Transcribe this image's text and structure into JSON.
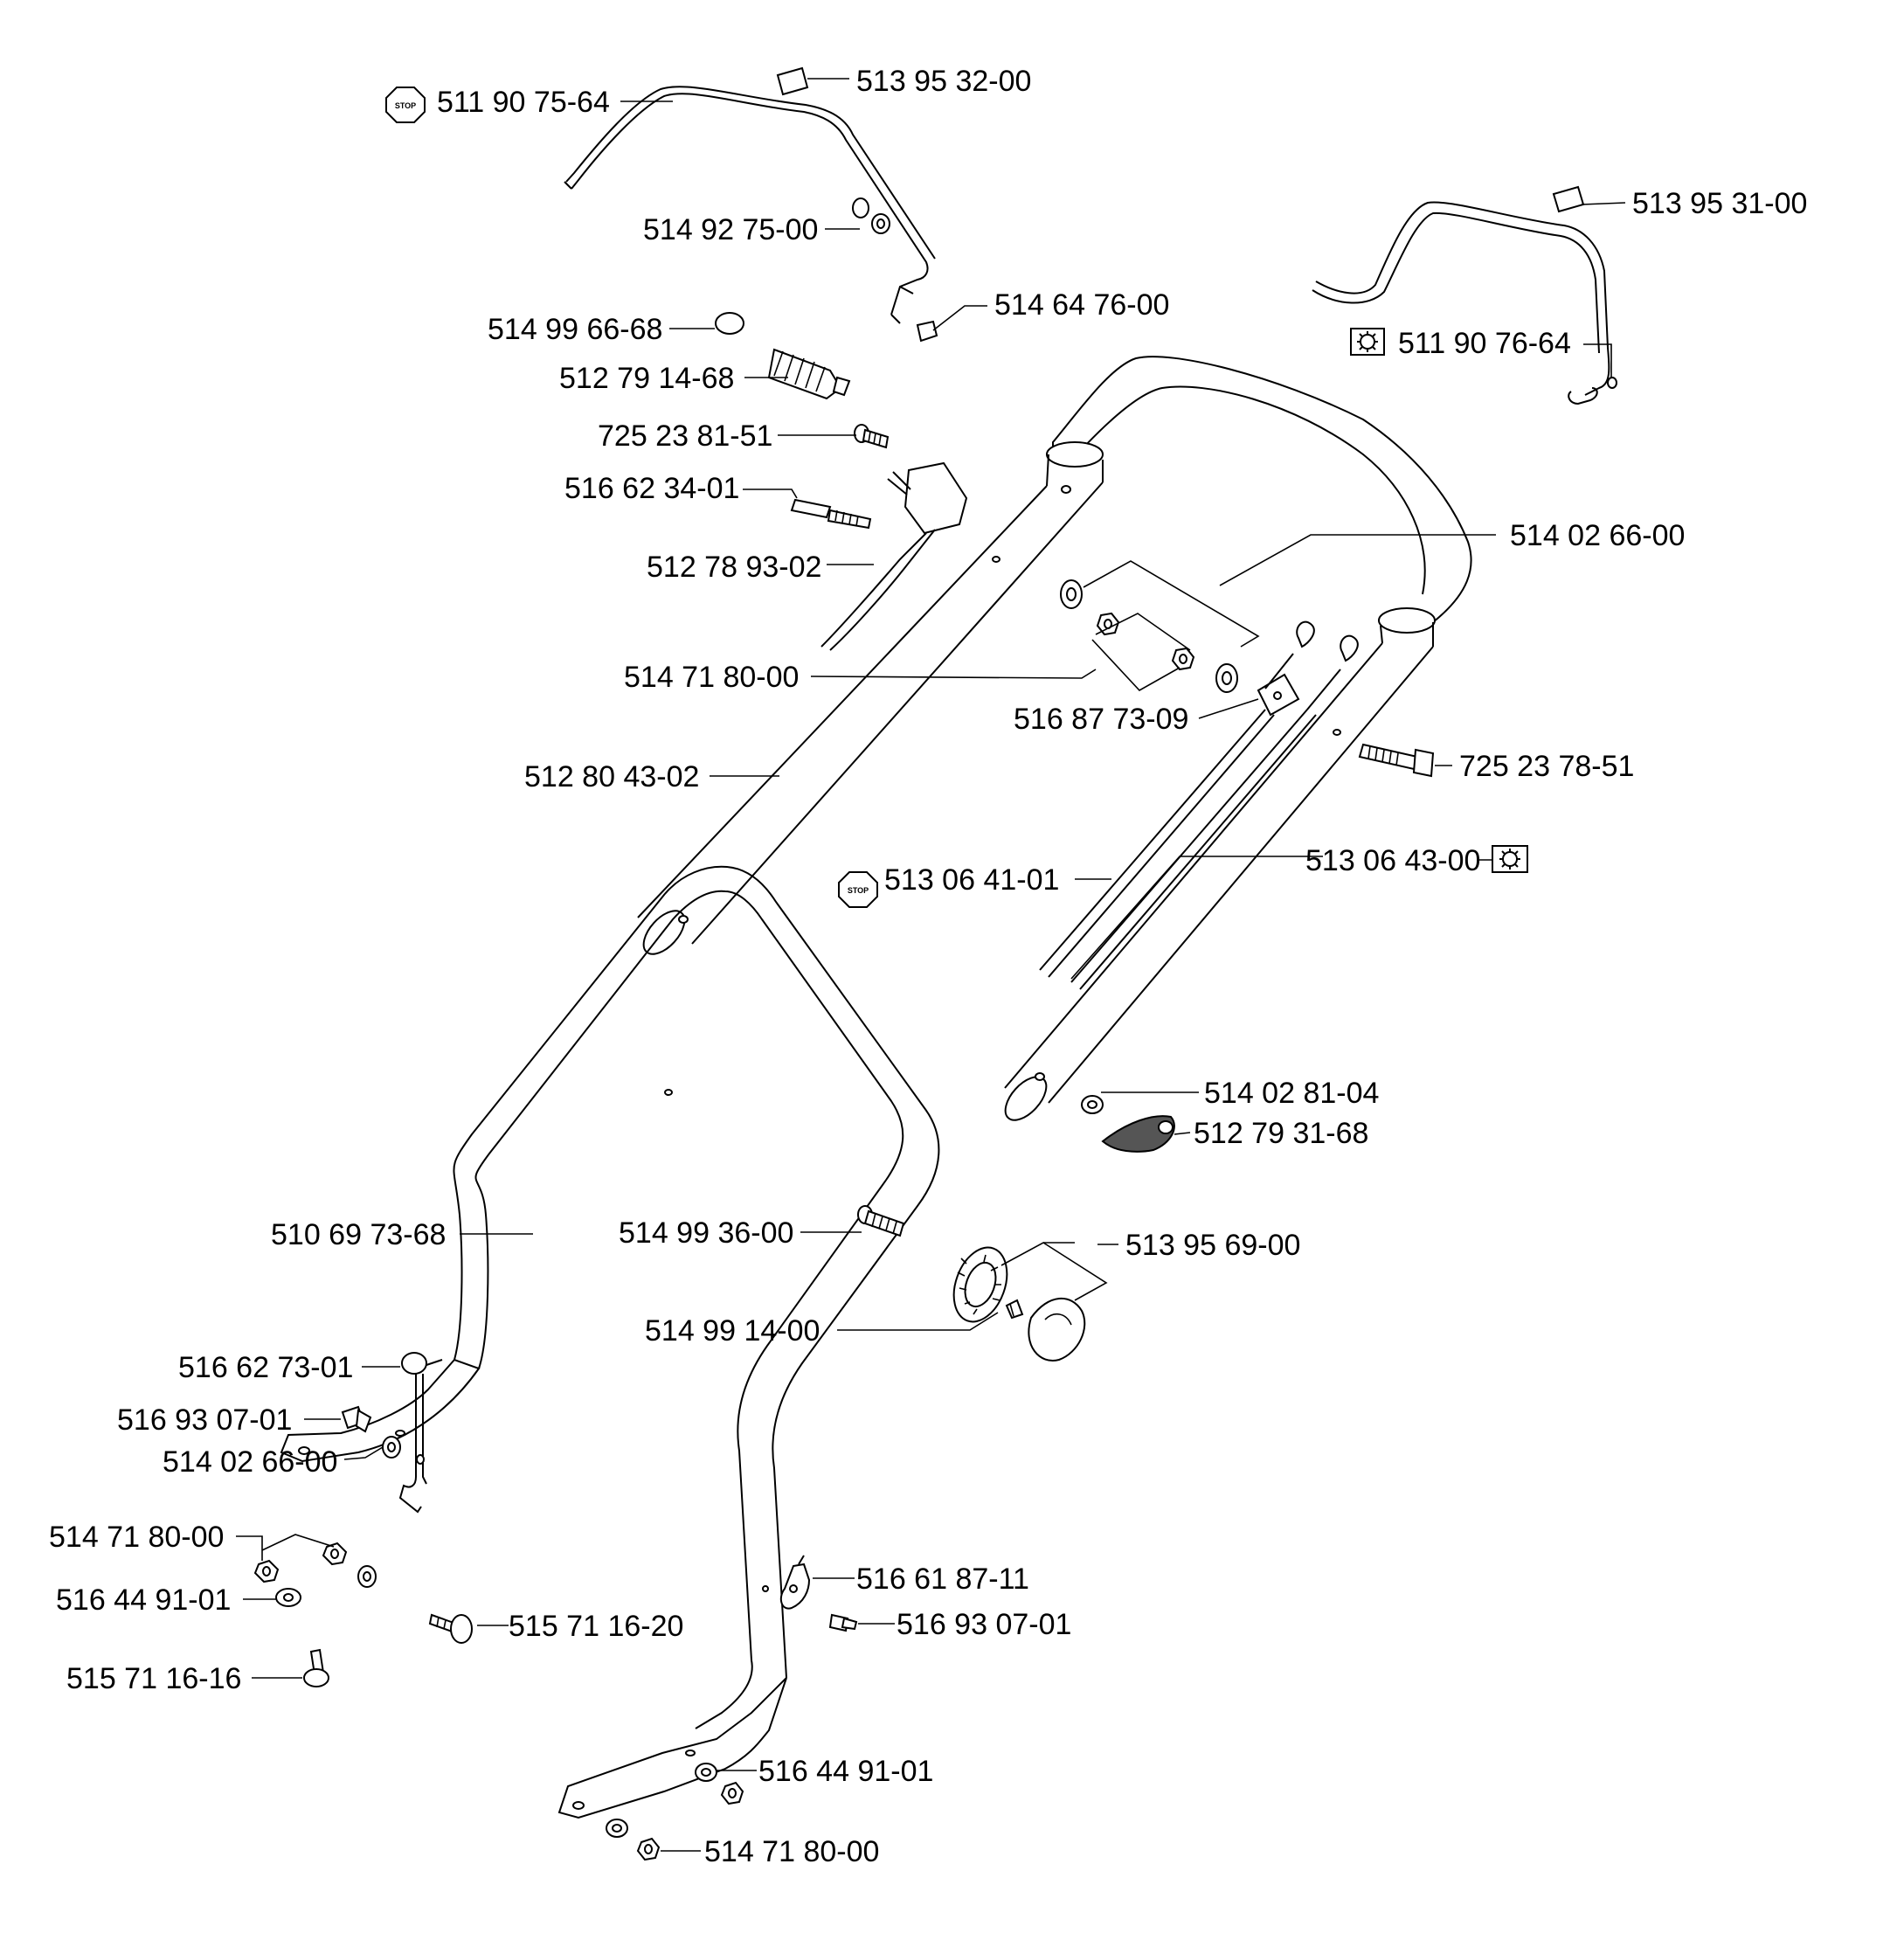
{
  "parts": {
    "p_511907564": "511 90 75-64",
    "p_513953200": "513 95 32-00",
    "p_514927500": "514 92 75-00",
    "p_514647600": "514 64 76-00",
    "p_514996668": "514 99 66-68",
    "p_512791468": "512 79 14-68",
    "p_725238151": "725 23 81-51",
    "p_516623401": "516 62 34-01",
    "p_512789302": "512 78 93-02",
    "p_513953100": "513 95 31-00",
    "p_511907664": "511 90 76-64",
    "p_514026600_top": "514 02 66-00",
    "p_514718000_top": "514 71 80-00",
    "p_516877309": "516 87 73-09",
    "p_725237851": "725 23 78-51",
    "p_512804302": "512 80 43-02",
    "p_513064101": "513 06 41-01",
    "p_513064300": "513 06 43-00",
    "p_514028104": "514 02 81-04",
    "p_512793168": "512 79 31-68",
    "p_510697368": "510 69 73-68",
    "p_514993600": "514 99 36-00",
    "p_513956900": "513 95 69-00",
    "p_514991400": "514 99 14-00",
    "p_516627301": "516 62 73-01",
    "p_516930701_left": "516 93 07-01",
    "p_514026600_bottom": "514 02 66-00",
    "p_514718000_left": "514 71 80-00",
    "p_516449101_left": "516 44 91-01",
    "p_515711620": "515 71 16-20",
    "p_515711616": "515 71 16-16",
    "p_516618711": "516 61 87-11",
    "p_516930701_right": "516 93 07-01",
    "p_516449101_bottom": "516 44 91-01",
    "p_514718000_bottom": "514 71 80-00"
  },
  "symbols": {
    "stop_text": "STOP"
  }
}
